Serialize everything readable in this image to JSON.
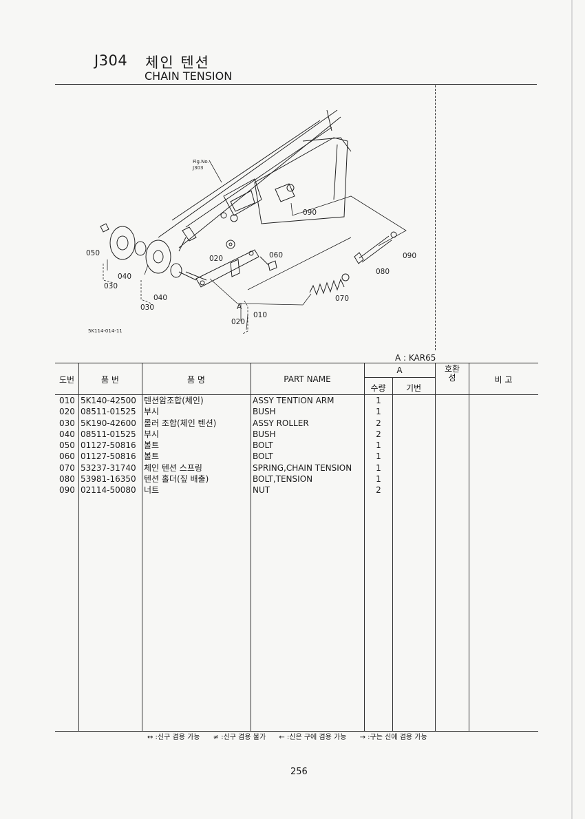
{
  "header": {
    "code": "J304",
    "title_ko": "체인 텐션",
    "title_en": "CHAIN TENSION"
  },
  "diagram": {
    "fig_ref_label": "Fig.No.",
    "fig_ref_number": "J303",
    "drawing_id": "5K114-014-11",
    "callouts": [
      "050",
      "030",
      "040",
      "030",
      "040",
      "020",
      "060",
      "010",
      "020",
      "A",
      "070",
      "080",
      "090",
      "090"
    ]
  },
  "legend": {
    "text": "A : KAR65"
  },
  "table": {
    "headers": {
      "ref_no": "도번",
      "part_no": "품 번",
      "name_ko": "품 명",
      "part_name": "PART NAME",
      "group_a": "A",
      "qty": "수량",
      "base_no": "기번",
      "interchange": "호환성",
      "remarks": "비 고"
    },
    "rows": [
      {
        "no": "010",
        "pn": "5K140-42500",
        "ko": "텐션암조합(체인)",
        "en": "ASSY TENTION ARM",
        "qty": "1"
      },
      {
        "no": "020",
        "pn": "08511-01525",
        "ko": "부시",
        "en": "BUSH",
        "qty": "1"
      },
      {
        "no": "030",
        "pn": "5K190-42600",
        "ko": "롤러 조합(체인 텐션)",
        "en": "ASSY ROLLER",
        "qty": "2"
      },
      {
        "no": "040",
        "pn": "08511-01525",
        "ko": "부시",
        "en": "BUSH",
        "qty": "2"
      },
      {
        "no": "050",
        "pn": "01127-50816",
        "ko": "볼트",
        "en": "BOLT",
        "qty": "1"
      },
      {
        "no": "060",
        "pn": "01127-50816",
        "ko": "볼트",
        "en": "BOLT",
        "qty": "1"
      },
      {
        "no": "070",
        "pn": "53237-31740",
        "ko": "체인 텐션 스프링",
        "en": "SPRING,CHAIN TENSION",
        "qty": "1"
      },
      {
        "no": "080",
        "pn": "53981-16350",
        "ko": "텐션 홀더(짚 배출)",
        "en": "BOLT,TENSION",
        "qty": "1"
      },
      {
        "no": "090",
        "pn": "02114-50080",
        "ko": "너트",
        "en": "NUT",
        "qty": "2"
      }
    ]
  },
  "footnote": {
    "items": [
      "↔ :신구 겸용 가능",
      "≠ :신구 겸용 불가",
      "← :신은 구에 겸용 가능",
      "→ :구는 신에 겸용 가능"
    ]
  },
  "page_number": "256"
}
